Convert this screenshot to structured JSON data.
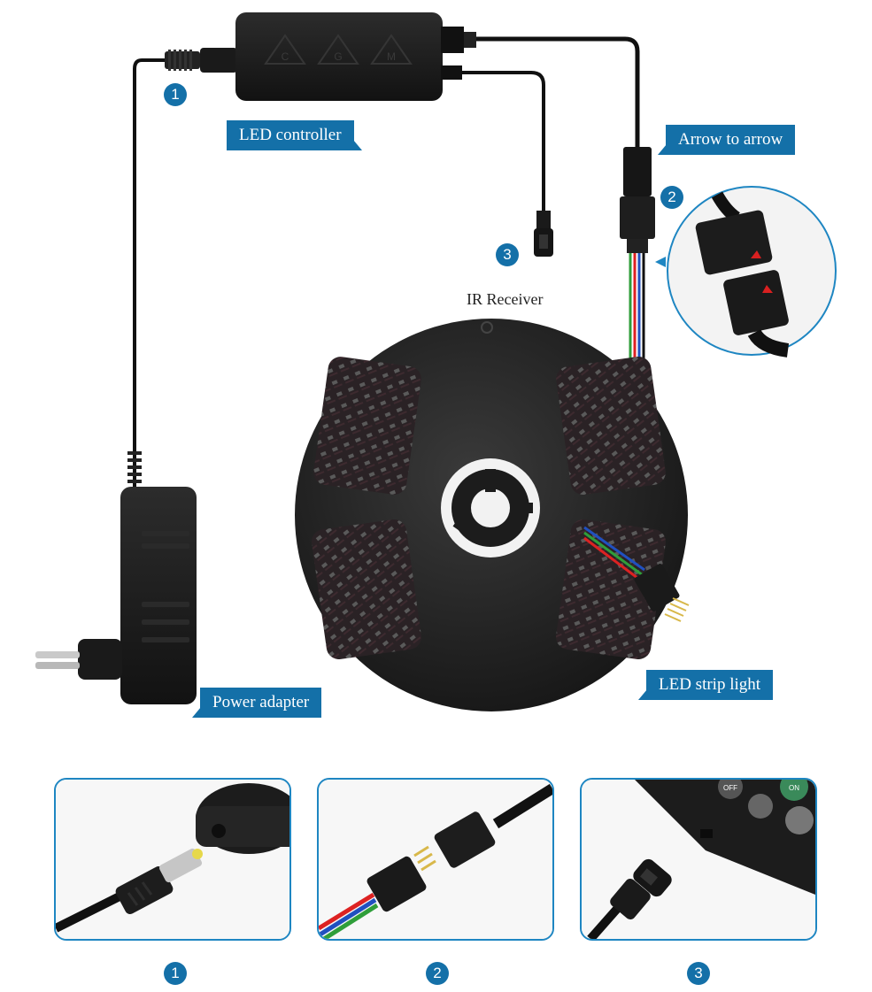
{
  "labels": {
    "led_controller": "LED controller",
    "arrow_to_arrow": "Arrow to arrow",
    "ir_receiver": "IR Receiver",
    "led_strip_light": "LED strip light",
    "power_adapter": "Power adapter"
  },
  "markers": {
    "one": "1",
    "two": "2",
    "three": "3"
  },
  "controller_buttons": [
    "C",
    "G",
    "M"
  ],
  "details": [
    {
      "number": "1",
      "subject": "power-plug-connection"
    },
    {
      "number": "2",
      "subject": "rgb-pin-connector"
    },
    {
      "number": "3",
      "subject": "ir-receiver-plug"
    }
  ],
  "remote_buttons": [
    "ON",
    "OFF"
  ],
  "colors": {
    "accent": "#1470a8",
    "outline": "#1e86c2",
    "device": "#1c1c1c"
  }
}
